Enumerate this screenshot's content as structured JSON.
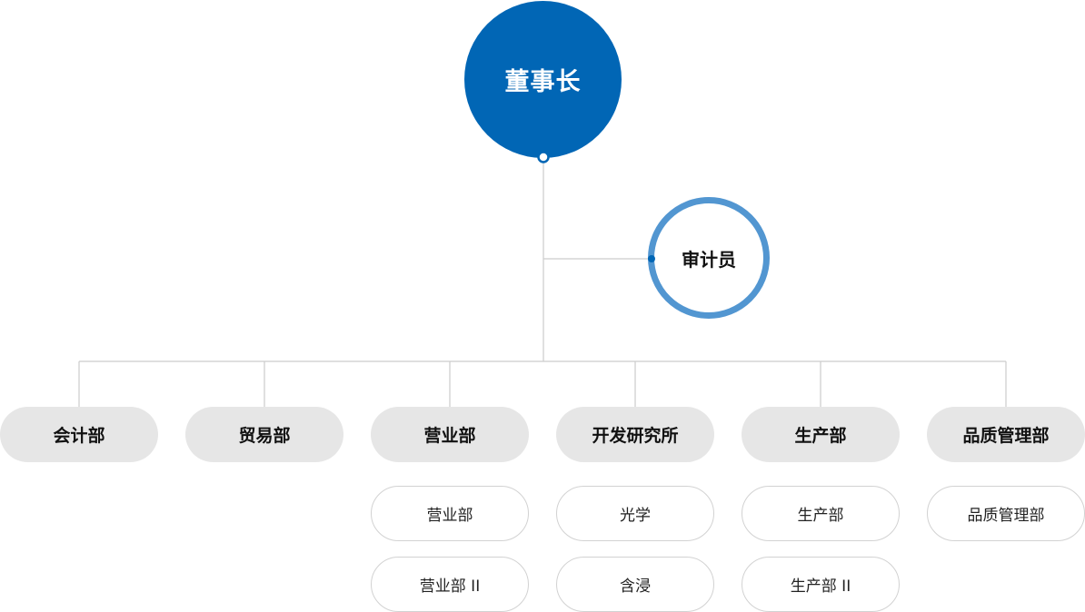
{
  "chairman": {
    "label": "董事长"
  },
  "auditor": {
    "label": "审计员"
  },
  "colors": {
    "chairman_fill": "#0166b5",
    "auditor_ring": "#5296d1",
    "dept_fill": "#e6e6e6",
    "sub_border": "#d2d2d2",
    "connector": "#cccccc"
  },
  "departments": [
    {
      "label": "会计部",
      "subs": []
    },
    {
      "label": "贸易部",
      "subs": []
    },
    {
      "label": "营业部",
      "subs": [
        "营业部",
        "营业部 II"
      ]
    },
    {
      "label": "开发研究所",
      "subs": [
        "光学",
        "含浸"
      ]
    },
    {
      "label": "生产部",
      "subs": [
        "生产部",
        "生产部 II"
      ]
    },
    {
      "label": "品质管理部",
      "subs": [
        "品质管理部"
      ]
    }
  ]
}
